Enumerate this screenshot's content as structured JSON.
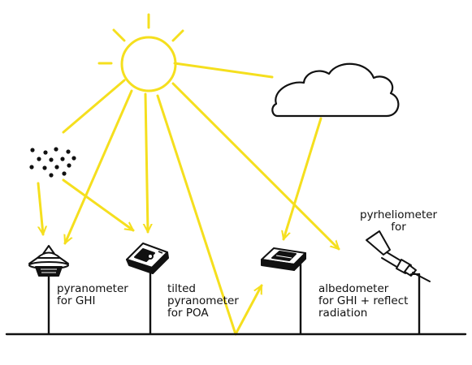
{
  "colors": {
    "ray": "#f5df1e",
    "ink": "#111111",
    "background": "#ffffff"
  },
  "icons": [
    "sun-icon",
    "cloud-icon",
    "aerosol-particles-icon",
    "pyranometer-icon",
    "tilted-pyranometer-icon",
    "albedometer-icon",
    "pyrheliometer-icon"
  ],
  "labels": {
    "pyranometer": [
      "pyranometer",
      "for GHI"
    ],
    "tilted": [
      "tilted",
      "pyranometer",
      "for POA"
    ],
    "albedometer": [
      "albedometer",
      "for GHI + reflect",
      "radiation"
    ],
    "pyrheliometer": [
      "pyrheliometer",
      "for"
    ]
  }
}
